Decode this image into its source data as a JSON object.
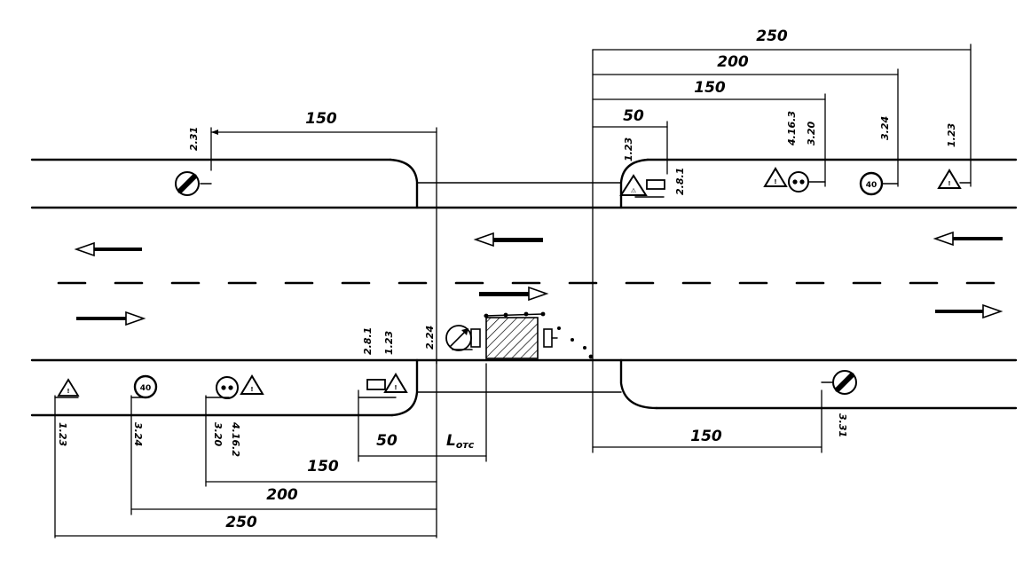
{
  "dimensions": {
    "top_left": "150",
    "top_50": "50",
    "top_150": "150",
    "top_200": "200",
    "top_250": "250",
    "bottom_50": "50",
    "bottom_lotc": "L",
    "bottom_lotc_sub": "отс",
    "bottom_150_left": "150",
    "bottom_200": "200",
    "bottom_250": "250",
    "bottom_150_right": "150"
  },
  "sign_codes": {
    "top_231": "2.31",
    "top_123_a": "1.23",
    "top_281": "2.8.1",
    "top_4163": "4.16.3",
    "top_320": "3.20",
    "top_324": "3.24",
    "top_123_b": "1.23",
    "bot_123": "1.23",
    "bot_324": "3.24",
    "bot_320": "3.20",
    "bot_4162": "4.16.2",
    "bot_281": "2.8.1",
    "bot_123_b": "1.23",
    "bot_224": "2.24",
    "bot_331": "3.31"
  },
  "sign_values": {
    "speed_top": "40",
    "speed_bottom": "40"
  }
}
